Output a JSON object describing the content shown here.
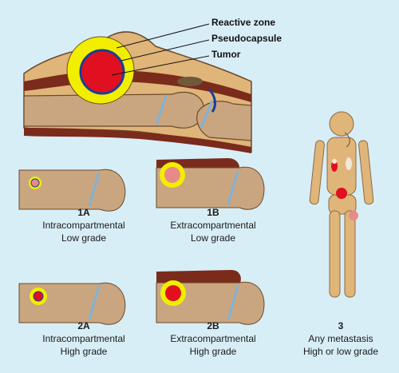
{
  "main_diagram": {
    "labels": {
      "reactive_zone": "Reactive zone",
      "pseudocapsule": "Pseudocapsule",
      "tumor": "Tumor"
    }
  },
  "stages": [
    {
      "id": "1A",
      "line1": "Intracompartmental",
      "line2": "Low grade"
    },
    {
      "id": "1B",
      "line1": "Extracompartmental",
      "line2": "Low grade"
    },
    {
      "id": "2A",
      "line1": "Intracompartmental",
      "line2": "High grade"
    },
    {
      "id": "2B",
      "line1": "Extracompartmental",
      "line2": "High grade"
    },
    {
      "id": "3",
      "line1": "Any metastasis",
      "line2": "High or low grade"
    }
  ],
  "colors": {
    "background": "#d8eef7",
    "soft_tissue": "#e0b57a",
    "bone": "#c9a680",
    "muscle": "#7a2b1c",
    "reactive_zone": "#f2ee00",
    "tumor_high": "#e01020",
    "tumor_low": "#e88a8a",
    "capsule": "#1b3d9a",
    "joint_line": "#7fb2d8"
  }
}
